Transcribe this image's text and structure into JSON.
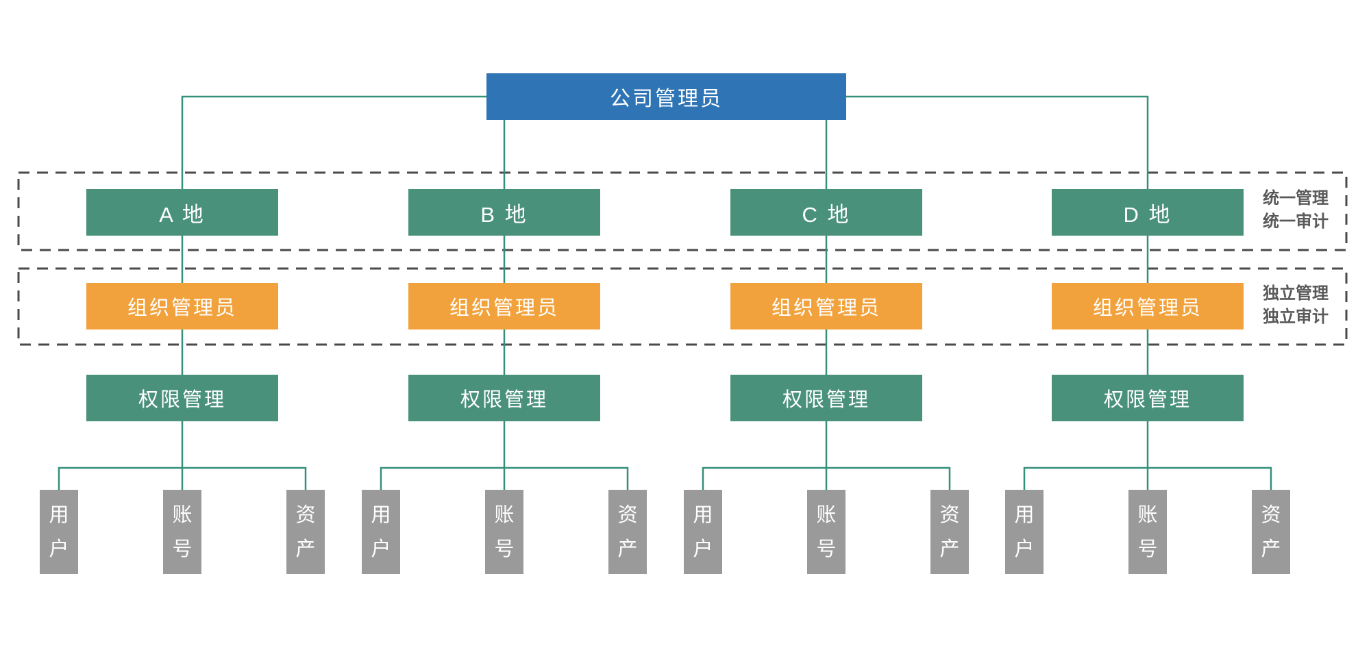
{
  "colors": {
    "background": "#ffffff",
    "root_box": "#2f75b5",
    "site_box": "#4a917c",
    "org_box": "#f2a23c",
    "perm_box": "#4a917c",
    "leaf_box": "#9a9a9a",
    "box_text": "#ffffff",
    "connector": "#35907a",
    "dashed_border": "#4a4a4a",
    "region_label": "#595959"
  },
  "root": {
    "label": "公司管理员"
  },
  "regions": [
    {
      "lines": [
        "统一管理",
        "统一审计"
      ]
    },
    {
      "lines": [
        "独立管理",
        "独立审计"
      ]
    }
  ],
  "columns": [
    {
      "site": "A 地",
      "org": "组织管理员",
      "perm": "权限管理",
      "leaves": [
        "用户",
        "账号",
        "资产"
      ]
    },
    {
      "site": "B 地",
      "org": "组织管理员",
      "perm": "权限管理",
      "leaves": [
        "用户",
        "账号",
        "资产"
      ]
    },
    {
      "site": "C 地",
      "org": "组织管理员",
      "perm": "权限管理",
      "leaves": [
        "用户",
        "账号",
        "资产"
      ]
    },
    {
      "site": "D 地",
      "org": "组织管理员",
      "perm": "权限管理",
      "leaves": [
        "用户",
        "账号",
        "资产"
      ]
    }
  ]
}
